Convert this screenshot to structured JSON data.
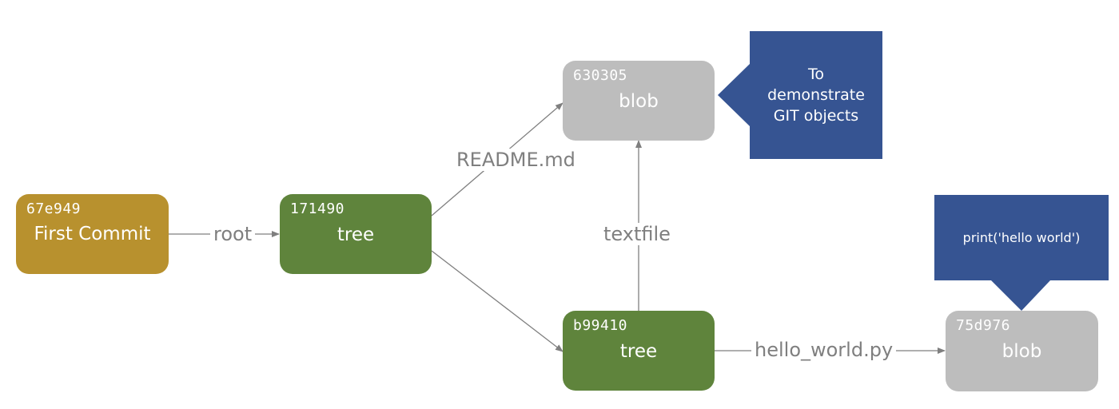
{
  "nodes": {
    "commit": {
      "hash": "67e949",
      "label": "First Commit"
    },
    "root_tree": {
      "hash": "171490",
      "label": "tree"
    },
    "readme_blob": {
      "hash": "630305",
      "label": "blob"
    },
    "sub_tree": {
      "hash": "b99410",
      "label": "tree"
    },
    "py_blob": {
      "hash": "75d976",
      "label": "blob"
    }
  },
  "edges": {
    "root": "root",
    "readme": "README.md",
    "textfile": "textfile",
    "hello_world": "hello_world.py"
  },
  "callouts": {
    "readme_content": [
      "To",
      "demonstrate",
      "GIT objects"
    ],
    "py_content": "print('hello world')"
  },
  "colors": {
    "commit": "#b8912e",
    "tree": "#5f843c",
    "blob": "#bdbdbd",
    "callout": "#365492",
    "edge": "#7f7f7f"
  }
}
